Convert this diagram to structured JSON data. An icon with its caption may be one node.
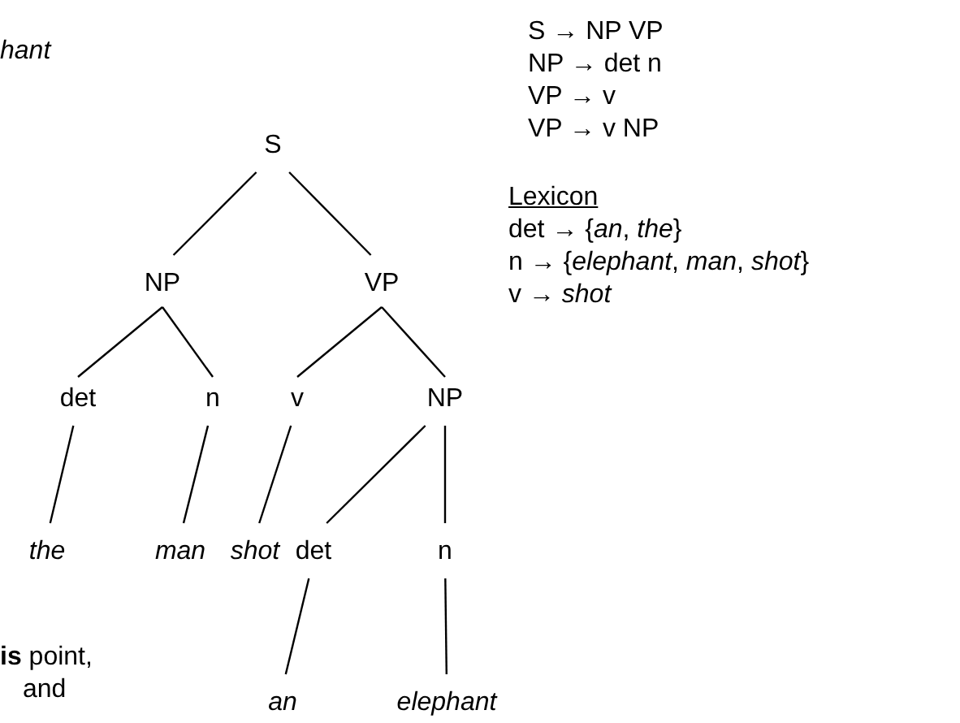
{
  "diagram": {
    "nodes": [
      {
        "text": [
          "S"
        ]
      },
      {
        "text": [
          "NP"
        ]
      },
      {
        "text": [
          "VP"
        ]
      },
      {
        "text": [
          "det"
        ]
      },
      {
        "text": [
          "n"
        ]
      },
      {
        "text": [
          "v"
        ]
      },
      {
        "text": [
          "NP"
        ]
      },
      {
        "text": [
          "*the*"
        ]
      },
      {
        "text": [
          "*man*"
        ]
      },
      {
        "text": [
          "*shot*"
        ]
      },
      {
        "text": [
          "det"
        ]
      },
      {
        "text": [
          "n"
        ]
      },
      {
        "text": [
          "*an*"
        ]
      },
      {
        "text": [
          "*elephant*"
        ]
      }
    ],
    "edges": [
      {
        "from": 0,
        "to": 1,
        "arrow": "none"
      },
      {
        "from": 0,
        "to": 2,
        "arrow": "none"
      },
      {
        "from": 1,
        "to": 3,
        "arrow": "none"
      },
      {
        "from": 1,
        "to": 4,
        "arrow": "none"
      },
      {
        "from": 2,
        "to": 5,
        "arrow": "none"
      },
      {
        "from": 2,
        "to": 6,
        "arrow": "none"
      },
      {
        "from": 3,
        "to": 7,
        "arrow": "none"
      },
      {
        "from": 4,
        "to": 8,
        "arrow": "none"
      },
      {
        "from": 5,
        "to": 9,
        "arrow": "none"
      },
      {
        "from": 6,
        "to": 10,
        "arrow": "none"
      },
      {
        "from": 6,
        "to": 11,
        "arrow": "none"
      },
      {
        "from": 10,
        "to": 12,
        "arrow": "none"
      },
      {
        "from": 11,
        "to": 13,
        "arrow": "none"
      }
    ],
    "labels": [
      "*hant*",
      "S → NP VP",
      "NP → det n",
      "VP → v",
      "VP → v NP",
      "Lexicon",
      "det → {*an*, *the*}",
      "n → {*elephant*, *man*, *shot*}",
      "v → *shot*",
      "**is** point,",
      "and"
    ]
  }
}
